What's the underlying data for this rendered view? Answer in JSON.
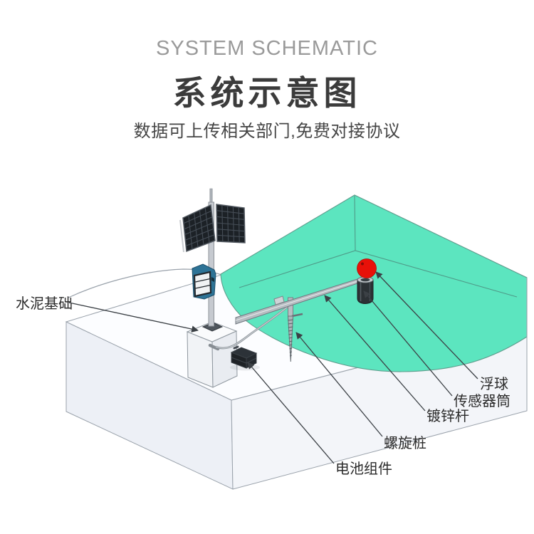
{
  "header": {
    "title_en": "SYSTEM SCHEMATIC",
    "title_zh": "系统示意图",
    "subtitle": "数据可上传相关部门,免费对接协议"
  },
  "diagram": {
    "labels": {
      "cement_foundation": "水泥基础",
      "float_ball": "浮球",
      "sensor_tube": "传感器筒",
      "galvanized_rod": "镀锌杆",
      "spiral_pile": "螺旋桩",
      "battery_module": "电池组件"
    },
    "colors": {
      "water": "#5CE5BF",
      "water_edge": "#5F9D8D",
      "float_ball": "#E81109",
      "solar_panel": "#1C2126",
      "control_box": "#2D7396",
      "ground_left": "#EDF0F6",
      "ground_front": "#F3F5F9",
      "ground_top": "#FCFDFF"
    }
  }
}
